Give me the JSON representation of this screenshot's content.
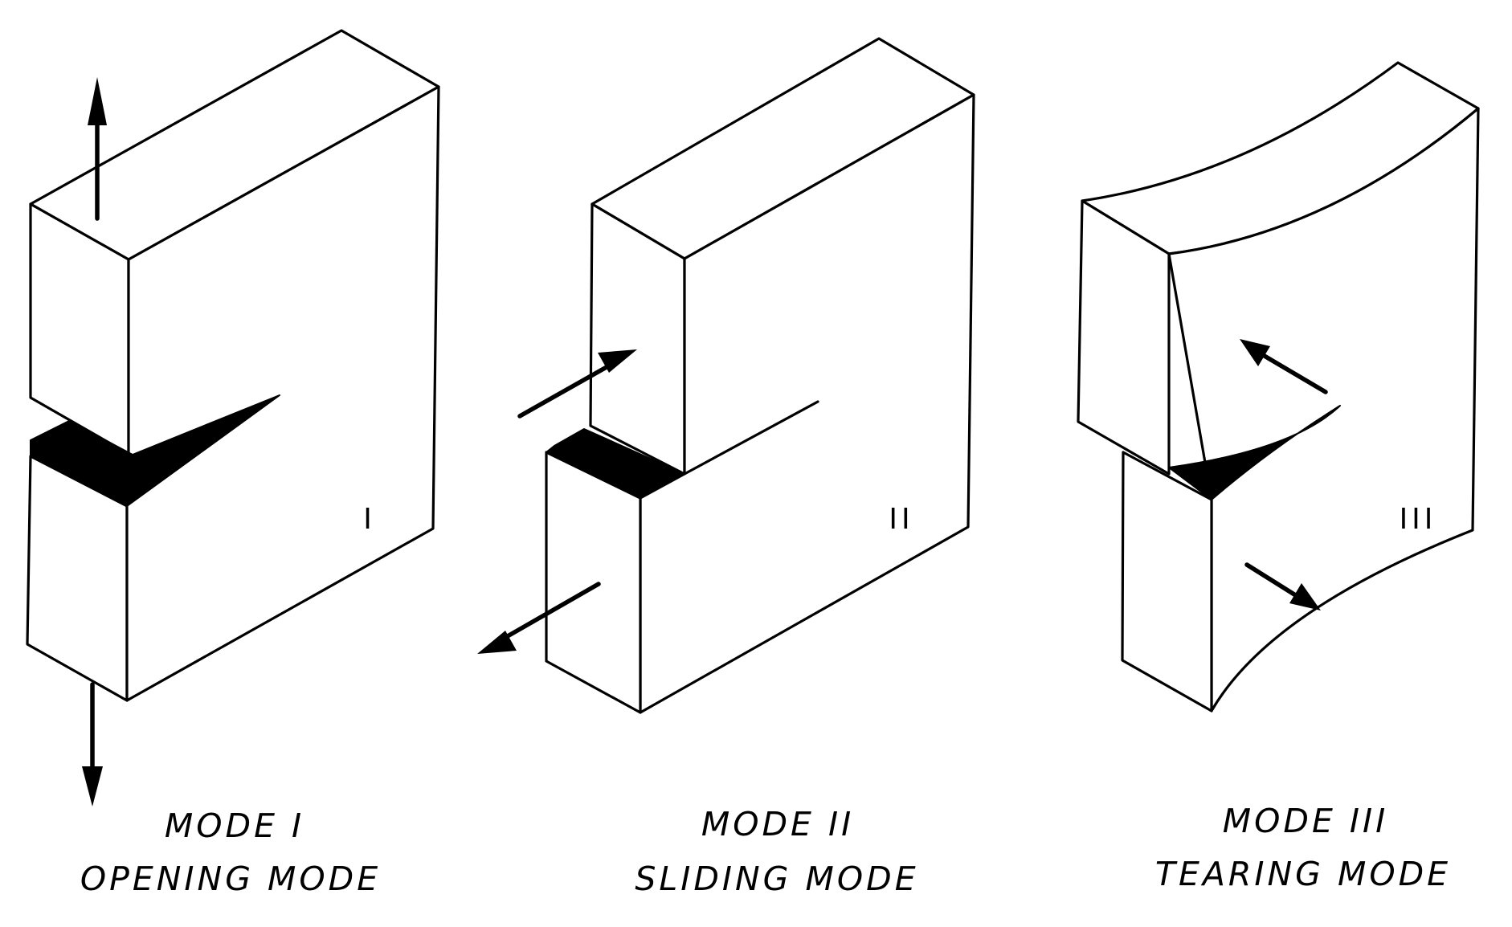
{
  "modes": [
    {
      "numeral": "I",
      "title": "MODE I",
      "subtitle": "OPENING MODE"
    },
    {
      "numeral": "II",
      "title": "MODE II",
      "subtitle": "SLIDING MODE"
    },
    {
      "numeral": "III",
      "title": "MODE III",
      "subtitle": "TEARING MODE"
    }
  ],
  "colors": {
    "ink": "#000000",
    "background": "#ffffff"
  },
  "icons": [
    "arrow-up-icon",
    "arrow-down-icon",
    "arrow-right-icon",
    "arrow-left-icon"
  ]
}
